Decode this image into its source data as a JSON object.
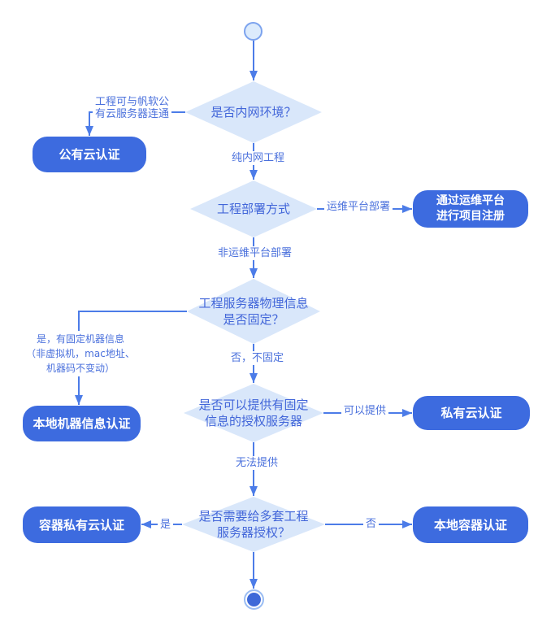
{
  "colors": {
    "canvas_bg": "#ffffff",
    "action_fill": "#3d6bdf",
    "action_text": "#ffffff",
    "decision_fill": "#d9e7fa",
    "decision_text": "#4266d9",
    "connector": "#4c7ce8",
    "edge_label_text": "#4a70dc",
    "start_border": "#7ca3ee",
    "start_fill": "#dcebfc",
    "end_ring": "#9bbdf3",
    "end_core": "#3e69d8"
  },
  "flowchart": {
    "start": {
      "type": "start"
    },
    "end": {
      "type": "end"
    },
    "decisions": [
      {
        "id": "decision-intranet-env",
        "lines": [
          "是否内网环境？"
        ]
      },
      {
        "id": "decision-deploy-method",
        "lines": [
          "工程部署方式"
        ]
      },
      {
        "id": "decision-server-info-fixed",
        "lines": [
          "工程服务器物理信息",
          "是否固定？"
        ]
      },
      {
        "id": "decision-fixed-auth-server",
        "lines": [
          "是否可以提供有固定",
          "信息的授权服务器"
        ]
      },
      {
        "id": "decision-multi-server-auth",
        "lines": [
          "是否需要给多套工程",
          "服务器授权？"
        ]
      }
    ],
    "actions": [
      {
        "id": "action-public-cloud-auth",
        "lines": [
          "公有云认证"
        ]
      },
      {
        "id": "action-ops-platform-register",
        "lines": [
          "通过运维平台",
          "进行项目注册"
        ]
      },
      {
        "id": "action-local-machine-auth",
        "lines": [
          "本地机器信息认证"
        ]
      },
      {
        "id": "action-private-cloud-auth",
        "lines": [
          "私有云认证"
        ]
      },
      {
        "id": "action-container-private-cloud-auth",
        "lines": [
          "容器私有云认证"
        ]
      },
      {
        "id": "action-local-container-auth",
        "lines": [
          "本地容器认证"
        ]
      }
    ],
    "edges": [
      {
        "from": "start",
        "to": "decision-intranet-env",
        "label_lines": []
      },
      {
        "from": "decision-intranet-env",
        "to": "action-public-cloud-auth",
        "label_lines": [
          "工程可与帆软公",
          "有云服务器连通"
        ]
      },
      {
        "from": "decision-intranet-env",
        "to": "decision-deploy-method",
        "label_lines": [
          "纯内网工程"
        ]
      },
      {
        "from": "decision-deploy-method",
        "to": "action-ops-platform-register",
        "label_lines": [
          "运维平台部署"
        ]
      },
      {
        "from": "decision-deploy-method",
        "to": "decision-server-info-fixed",
        "label_lines": [
          "非运维平台部署"
        ]
      },
      {
        "from": "decision-server-info-fixed",
        "to": "action-local-machine-auth",
        "label_lines": [
          "是，有固定机器信息",
          "（非虚拟机，mac地址、",
          "机器码不变动）"
        ]
      },
      {
        "from": "decision-server-info-fixed",
        "to": "decision-fixed-auth-server",
        "label_lines": [
          "否，不固定"
        ]
      },
      {
        "from": "decision-fixed-auth-server",
        "to": "action-private-cloud-auth",
        "label_lines": [
          "可以提供"
        ]
      },
      {
        "from": "decision-fixed-auth-server",
        "to": "decision-multi-server-auth",
        "label_lines": [
          "无法提供"
        ]
      },
      {
        "from": "decision-multi-server-auth",
        "to": "action-container-private-cloud-auth",
        "label_lines": [
          "是"
        ]
      },
      {
        "from": "decision-multi-server-auth",
        "to": "action-local-container-auth",
        "label_lines": [
          "否"
        ]
      },
      {
        "from": "decision-multi-server-auth",
        "to": "end",
        "label_lines": []
      }
    ]
  }
}
